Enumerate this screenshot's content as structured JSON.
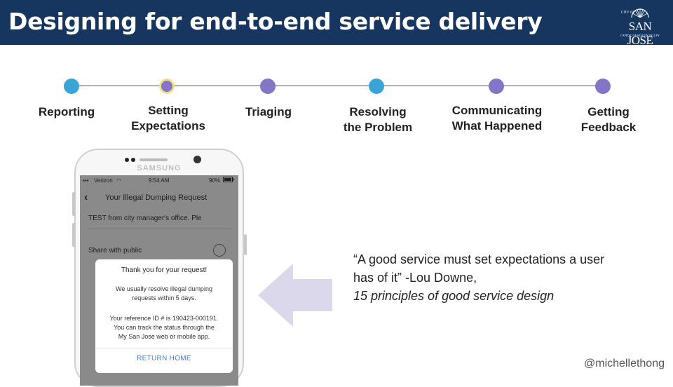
{
  "slide": {
    "title": "Designing for end-to-end service delivery"
  },
  "logo": {
    "city_of": "CITY OF",
    "name": "SAN JOSE",
    "tagline": "CAPITAL OF SILICON VALLEY"
  },
  "timeline": {
    "stages": [
      {
        "line1": "Reporting",
        "line2": "",
        "dot_color": "#3aa4d6"
      },
      {
        "line1": "Setting",
        "line2": "Expectations",
        "dot_color": "#8575c6",
        "highlighted": true
      },
      {
        "line1": "Triaging",
        "line2": "",
        "dot_color": "#8575c6"
      },
      {
        "line1": "Resolving",
        "line2": "the Problem",
        "dot_color": "#3aa4d6"
      },
      {
        "line1": "Communicating",
        "line2": "What Happened",
        "dot_color": "#8575c6"
      },
      {
        "line1": "Getting",
        "line2": "Feedback",
        "dot_color": "#8575c6"
      }
    ]
  },
  "phone": {
    "brand": "SAMSUNG",
    "status": {
      "carrier": "Verizon",
      "time": "9:54 AM",
      "battery": "90%"
    },
    "nav_title": "Your Illegal Dumping Request",
    "description_preview": "TEST from city manager's office. Ple",
    "share_label": "Share with public",
    "modal": {
      "title": "Thank you for your request!",
      "body_line1": "We usually resolve illegal dumping",
      "body_line2": "requests within 5 days.",
      "ref_line1": "Your reference ID # is 190423-000191.",
      "ref_line2": "You can track the status through the",
      "ref_line3": "My San Jose web or mobile app.",
      "button": "RETURN HOME"
    }
  },
  "quote": {
    "text_line1": "“A good service must set expectations a user",
    "text_line2": "has of it” -Lou Downe,",
    "source": "15 principles of good service design"
  },
  "footer": {
    "handle": "@michellethong"
  },
  "colors": {
    "title_bar": "#16365f",
    "blue_dot": "#3aa4d6",
    "purple_dot": "#8575c6",
    "highlight_ring": "#f1df8a",
    "arrow": "#dcd8ec"
  }
}
